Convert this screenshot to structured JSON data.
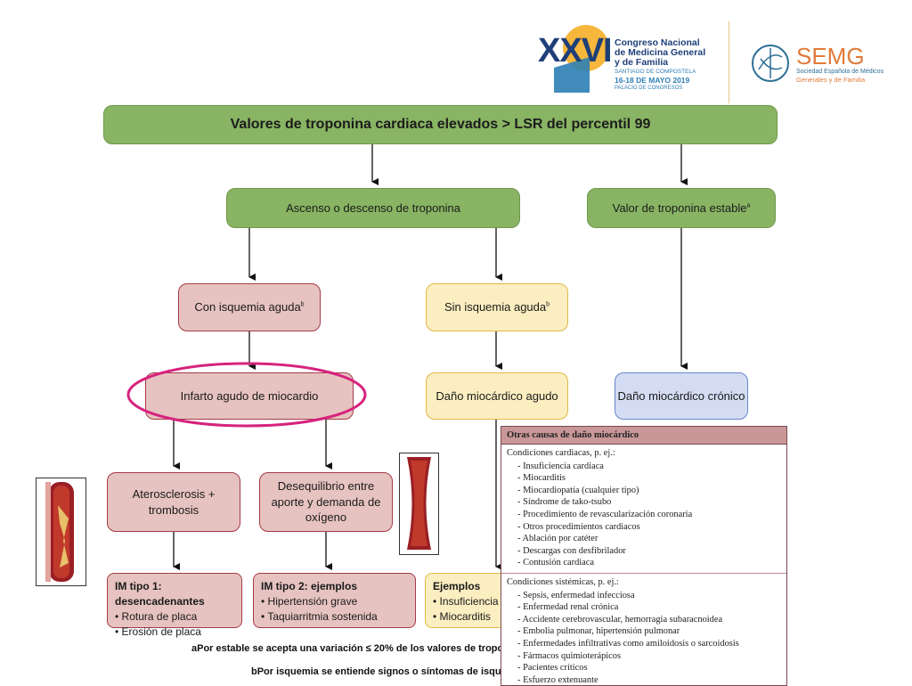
{
  "header": {
    "conf_roman": "XXVI",
    "conf_lines": [
      "Congreso Nacional",
      "de Medicina General",
      "y de Familia"
    ],
    "conf_place": "SANTIAGO DE COMPOSTELA",
    "conf_dates": "16-18 DE MAYO 2019",
    "conf_venue": "PALACIO DE CONGRESOS",
    "semg_name": "SEMG",
    "semg_sub1": "Sociedad Española de Médicos",
    "semg_sub2": "Generales y de Familia"
  },
  "flow": {
    "top": "Valores de troponina cardiaca elevados > LSR del percentil 99",
    "rise": "Ascenso o descenso de troponina",
    "stable": "Valor de troponina estable",
    "stable_sup": "a",
    "ischemia": "Con isquemia aguda",
    "ischemia_sup": "b",
    "no_ischemia": "Sin isquemia aguda",
    "no_ischemia_sup": "b",
    "iam": "Infarto agudo de miocardio",
    "acute_damage": "Daño miocárdico agudo",
    "chronic_damage": "Daño miocárdico crónico",
    "athero": "Aterosclerosis + trombosis",
    "imbalance": "Desequilibrio entre aporte y demanda de oxígeno"
  },
  "lists": {
    "type1": {
      "title": "IM tipo 1: desencadenantes",
      "items": [
        "Rotura de placa",
        "Erosión de placa"
      ]
    },
    "type2": {
      "title": "IM tipo 2: ejemplos",
      "items": [
        "Hipertensión grave",
        "Taquiarritmia sostenida"
      ]
    },
    "examples": {
      "title": "Ejemplos",
      "items": [
        "Insuficiencia c",
        "Miocarditis"
      ]
    }
  },
  "panel": {
    "title": "Otras causas de daño miocárdico",
    "cardiac_header": "Condiciones cardiacas, p. ej.:",
    "cardiac_items": [
      "Insuficiencia cardiaca",
      "Miocarditis",
      "Miocardiopatía (cualquier tipo)",
      "Síndrome de tako-tsubo",
      "Procedimiento de revascularización coronaria",
      "Otros procedimientos cardiacos",
      "Ablación por catéter",
      "Descargas con desfibrilador",
      "Contusión cardiaca"
    ],
    "systemic_header": "Condiciones sistémicas, p. ej.:",
    "systemic_items": [
      "Sepsis, enfermedad infecciosa",
      "Enfermedad renal crónica",
      "Accidente cerebrovascular, hemorragia subaracnoidea",
      "Embolia pulmonar, hipertensión pulmonar",
      "Enfermedades infiltrativas como amiloidosis o sarcoidosis",
      "Fármacos quimioterápicos",
      "Pacientes críticos",
      "Esfuerzo extenuante"
    ]
  },
  "footnotes": {
    "a": "aPor estable se acepta una variación ≤ 20% de los valores de tropo",
    "b": "bPor isquemia se entiende signos o síntomas de isqu"
  },
  "colors": {
    "green": "#88b463",
    "pink_border": "#a53a48",
    "highlight": "#d6237d",
    "yellow_border": "#e2b94a",
    "blue_border": "#6a86c8"
  }
}
